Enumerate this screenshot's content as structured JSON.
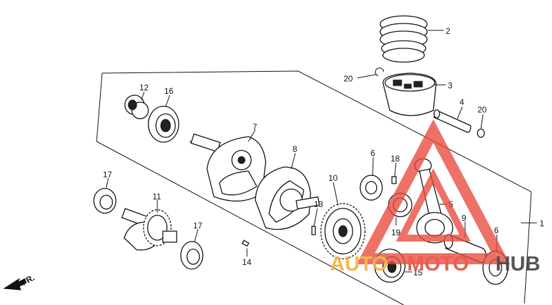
{
  "diagram": {
    "callouts": [
      {
        "id": "c2",
        "text": "2"
      },
      {
        "id": "c3",
        "text": "3"
      },
      {
        "id": "c20a",
        "text": "20"
      },
      {
        "id": "c4",
        "text": "4"
      },
      {
        "id": "c20b",
        "text": "20"
      },
      {
        "id": "c12",
        "text": "12"
      },
      {
        "id": "c16",
        "text": "16"
      },
      {
        "id": "c7",
        "text": "7"
      },
      {
        "id": "c8",
        "text": "8"
      },
      {
        "id": "c6a",
        "text": "6"
      },
      {
        "id": "c18",
        "text": "18"
      },
      {
        "id": "c10",
        "text": "10"
      },
      {
        "id": "c13",
        "text": "13"
      },
      {
        "id": "c5",
        "text": "5"
      },
      {
        "id": "c19",
        "text": "19"
      },
      {
        "id": "c9",
        "text": "9"
      },
      {
        "id": "c6b",
        "text": "6"
      },
      {
        "id": "c1",
        "text": "1"
      },
      {
        "id": "c17a",
        "text": "17"
      },
      {
        "id": "c11",
        "text": "11"
      },
      {
        "id": "c17b",
        "text": "17"
      },
      {
        "id": "c14",
        "text": "14"
      },
      {
        "id": "c15",
        "text": "15"
      }
    ],
    "direction_label": "FR.",
    "watermark": {
      "text_left": "AUTO",
      "text_mid": "MOTO",
      "text_right": "HUB",
      "color_left": "#f5b041",
      "color_mid": "#e74c3c",
      "color_right": "#444444"
    },
    "colors": {
      "line": "#111111",
      "watermark_red": "#e8463a"
    }
  }
}
